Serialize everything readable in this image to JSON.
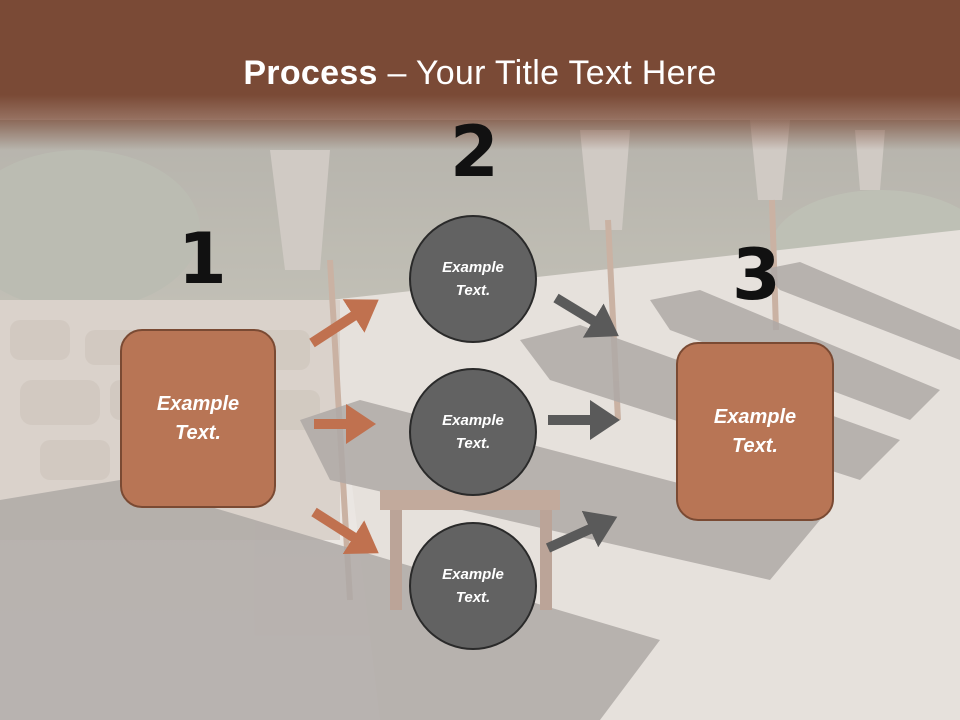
{
  "slide": {
    "title_bold": "Process",
    "title_rest": " – Your Title Text Here",
    "steps": [
      "1",
      "2",
      "3"
    ],
    "left_box": {
      "text": "Example Text."
    },
    "circles": [
      {
        "text": "Example Text."
      },
      {
        "text": "Example Text."
      },
      {
        "text": "Example Text."
      }
    ],
    "right_box": {
      "text": "Example Text."
    }
  },
  "colors": {
    "header": "#7a4a36",
    "box_fill": "#b87555",
    "circle_fill": "#626262",
    "left_arrow": "#c0714f",
    "right_arrow": "#5a5a5a"
  }
}
